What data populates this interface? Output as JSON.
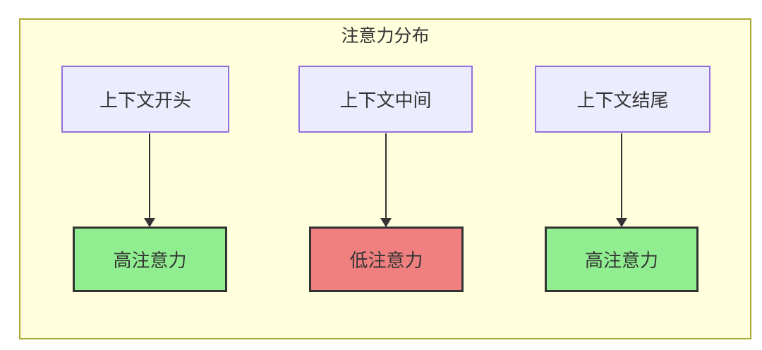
{
  "diagram": {
    "type": "flowchart",
    "title": "注意力分布",
    "columns": [
      {
        "source": "上下文开头",
        "target": "高注意力",
        "attention_level": "high"
      },
      {
        "source": "上下文中间",
        "target": "低注意力",
        "attention_level": "low"
      },
      {
        "source": "上下文结尾",
        "target": "高注意力",
        "attention_level": "high"
      }
    ],
    "edges": [
      {
        "from": "上下文开头",
        "to": "高注意力"
      },
      {
        "from": "上下文中间",
        "to": "低注意力"
      },
      {
        "from": "上下文结尾",
        "to": "高注意力"
      }
    ],
    "colors": {
      "outer_background": "#FFFFFF",
      "group_fill": "#FFFFDE",
      "group_border": "#AAAA33",
      "source_node_fill": "#ECECFF",
      "source_node_border": "#9370DB",
      "high_attention_fill": "#90EE90",
      "low_attention_fill": "#F08080",
      "target_node_border": "#333333",
      "arrow_color": "#333333",
      "text_color": "#333333"
    }
  }
}
